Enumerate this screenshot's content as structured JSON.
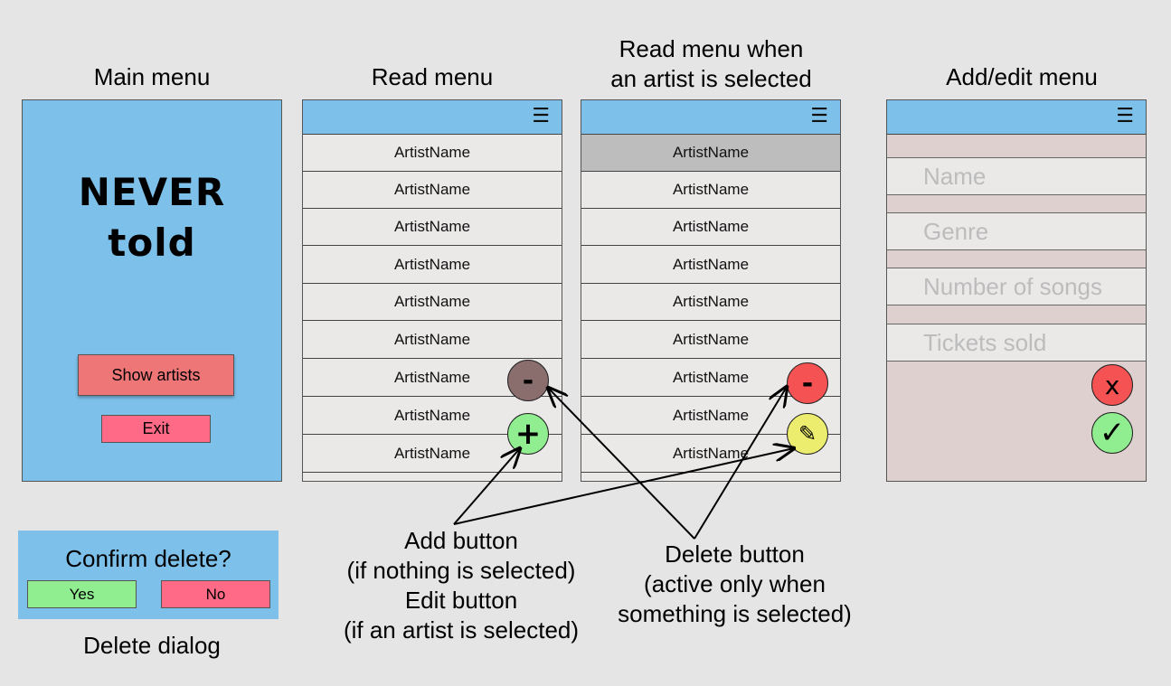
{
  "titles": {
    "main": "Main menu",
    "read": "Read menu",
    "read_selected": "Read menu when\nan artist is selected",
    "add_edit": "Add/edit menu",
    "delete_dialog": "Delete dialog"
  },
  "hamburger_icon": "☰",
  "main_menu": {
    "logo_line1": "NEVER",
    "logo_line2": "told",
    "show_artists": "Show artists",
    "exit": "Exit"
  },
  "read_menu": {
    "rows": [
      "ArtistName",
      "ArtistName",
      "ArtistName",
      "ArtistName",
      "ArtistName",
      "ArtistName",
      "ArtistName",
      "ArtistName",
      "ArtistName"
    ],
    "delete_symbol": "-",
    "add_symbol": "+"
  },
  "read_selected_menu": {
    "rows": [
      "ArtistName",
      "ArtistName",
      "ArtistName",
      "ArtistName",
      "ArtistName",
      "ArtistName",
      "ArtistName",
      "ArtistName",
      "ArtistName"
    ],
    "selected_index": 0,
    "delete_symbol": "-",
    "edit_symbol": "✎"
  },
  "add_edit_menu": {
    "placeholders": {
      "name": "Name",
      "genre": "Genre",
      "songs": "Number of songs",
      "tickets": "Tickets sold"
    },
    "cancel_symbol": "x",
    "confirm_symbol": "✓"
  },
  "delete_dialog": {
    "question": "Confirm delete?",
    "yes": "Yes",
    "no": "No"
  },
  "annotations": {
    "add_edit_note": "Add button\n(if nothing is selected)\nEdit button\n(if an artist is selected)",
    "delete_note": "Delete button\n(active only when\nsomething is selected)"
  },
  "colors": {
    "header_blue": "#7dc0ea",
    "delete_inactive": "#8a6e6e",
    "delete_active": "#f55353",
    "add_green": "#90ee90",
    "edit_yellow": "#ecec6e",
    "form_bg": "#dfd0d0",
    "show_artists_bg": "#ef7676",
    "exit_bg": "#ff6b86"
  }
}
